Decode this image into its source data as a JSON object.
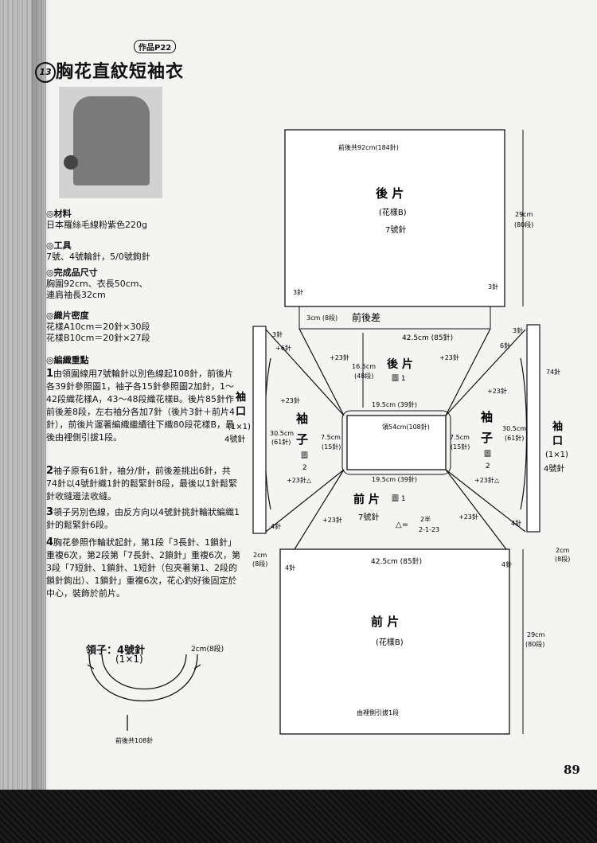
{
  "header": {
    "tag": "作品P22",
    "number": "13",
    "title": "胸花直紋短袖衣"
  },
  "sections": [
    {
      "heading": "◎材料",
      "lines": [
        "日本羅絲毛線粉紫色220g"
      ]
    },
    {
      "heading": "◎工具",
      "lines": [
        "7號、4號輪針，5/0號鉤針"
      ]
    },
    {
      "heading": "◎完成品尺寸",
      "lines": [
        "胸圍92cm、衣長50cm、",
        "連肩袖長32cm"
      ]
    },
    {
      "heading": "◎織片密度",
      "lines": [
        "花樣A10cm＝20針×30段",
        "花樣B10cm＝20針×27段"
      ]
    },
    {
      "heading": "◎編織重點",
      "lines": []
    }
  ],
  "instructions": [
    {
      "num": "1",
      "text": "由領圍線用7號輪針以別色線起108針，前後片各39針參照圖1，袖子各15針參照圖2加針，1～42段織花樣A，43～48段織花樣B。後片85針作前後差8段，左右袖分各加7針（後片3針＋前片4針），前後片運著編織繼續往下織80段花樣B，最後由裡側引拔1段。"
    },
    {
      "num": "2",
      "text": "袖子原有61針，袖分/針，前後差挑出6針，共74針以4號針織1針的鬆緊針8段，最後以1針鬆緊針收縫邊法收縫。"
    },
    {
      "num": "3",
      "text": "領子另別色線，由反方向以4號針挑針輪狀編織1針的鬆緊針6段。"
    },
    {
      "num": "4",
      "text": "胸花參照作輪狀起針，第1段「3長針、1鎖針」重複6次，第2段第「7長針、2鎖針」重複6次，第3段「7短針、1鎖針、1短針（包夾著第1、2段的鎖針鉤出）、1鎖針」重複6次，花心釣好後固定於中心，裝飾於前片。"
    }
  ],
  "neck": {
    "title": "領子：4號針",
    "sub": "(1×1)",
    "right": "2cm(8段)",
    "bottom": "前後共108針"
  },
  "diagram": {
    "back_top": "前後共92cm(184針)",
    "back_title": "後 片",
    "back_pattern": "(花樣B)",
    "back_needle": "7號針",
    "back_height": "29cm",
    "back_rows": "(80段)",
    "st3_left": "3針",
    "st3_right": "3針",
    "diff_cm": "3cm (8段)",
    "diff_label": "前後差",
    "back_width": "42.5cm (85針)",
    "yoke_back": "後 片",
    "fig1_a": "圖 1",
    "yoke_height": "16.5cm",
    "yoke_rows": "(48段)",
    "neck_top": "19.5cm (39針)",
    "neck_ring": "領54cm(108針)",
    "neck_bottom": "19.5cm (39針)",
    "side_left": "7.5cm",
    "side_left_st": "(15針)",
    "side_right": "7.5cm",
    "side_right_st": "(15針)",
    "yoke_front": "前 片",
    "fig1_b": "圖 1",
    "yoke_needle": "7號針",
    "formula_a": "2半",
    "formula_b": "2-1-23",
    "tri_sym": "△=",
    "plus23": "+23針",
    "plus23tri": "+23針△",
    "plus6": "+6針",
    "six_st": "6針",
    "st3_l2": "3針",
    "st3_r2": "3針",
    "st74": "74針",
    "sleeve_char1": "袖",
    "sleeve_char2": "子",
    "sleeve_fig": "圖",
    "sleeve_fig_num": "2",
    "sleeve_len": "30.5cm",
    "sleeve_st": "(61針)",
    "cuff_char1": "袖",
    "cuff_char2": "口",
    "cuff_rib": "(1×1)",
    "cuff_needle": "4號針",
    "st4_l": "4針",
    "st4_r": "4針",
    "cuff_h": "2cm",
    "cuff_rows": "(8段)",
    "front_width": "42.5cm (85針)",
    "front_title": "前 片",
    "front_pattern": "(花樣B)",
    "front_height": "29cm",
    "front_rows": "(80段)",
    "front_bottom": "由裡側引拔1段"
  },
  "page_number": "89"
}
